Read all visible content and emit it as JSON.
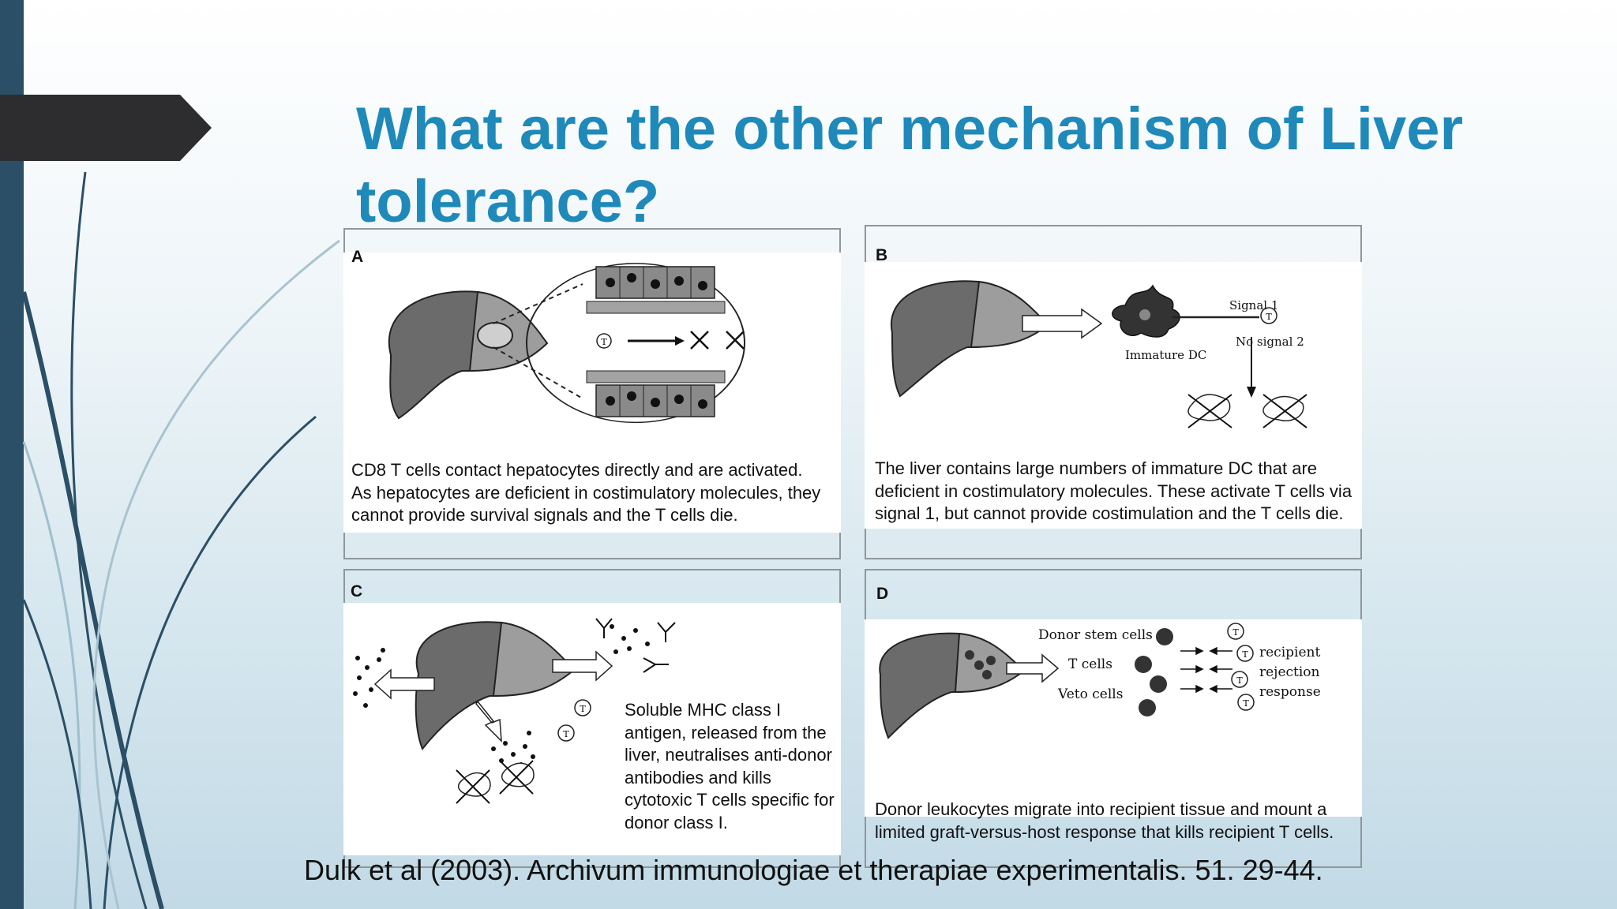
{
  "slide": {
    "title": "What are the other mechanism of Liver tolerance?",
    "citation": "Dulk et al (2003). Archivum immunologiae et therapiae experimentalis. 51. 29-44."
  },
  "panels": {
    "a": {
      "label": "A",
      "caption": "CD8 T cells contact hepatocytes directly and are activated. As hepatocytes are deficient in costimulatory molecules, they cannot provide survival signals and the T cells die.",
      "cell_marker": "T"
    },
    "b": {
      "label": "B",
      "caption": "The liver contains large numbers of immature DC that are deficient in costimulatory molecules. These activate T cells via signal 1, but cannot provide costimulation and the T cells die.",
      "signal1": "Signal 1",
      "nosignal2": "No signal 2",
      "dc_label": "Immature DC",
      "cell_marker": "T"
    },
    "c": {
      "label": "C",
      "caption": "Soluble MHC class I antigen, released from the liver, neutralises anti-donor antibodies and kills cytotoxic T cells specific for donor class I.",
      "cell_marker": "T"
    },
    "d": {
      "label": "D",
      "caption": "Donor leukocytes migrate into recipient tissue and mount a limited graft-versus-host response that kills recipient T cells.",
      "donor_stem": "Donor stem cells",
      "t_cells": "T cells",
      "veto_cells": "Veto cells",
      "recipient": "recipient",
      "rejection": "rejection",
      "response": "response",
      "cell_marker": "T"
    }
  },
  "colors": {
    "title": "#1f89ba",
    "left_bar": "#2b4f66",
    "arrow_tab": "#2d2d2f",
    "liver_fill": "#6b6b6b"
  }
}
